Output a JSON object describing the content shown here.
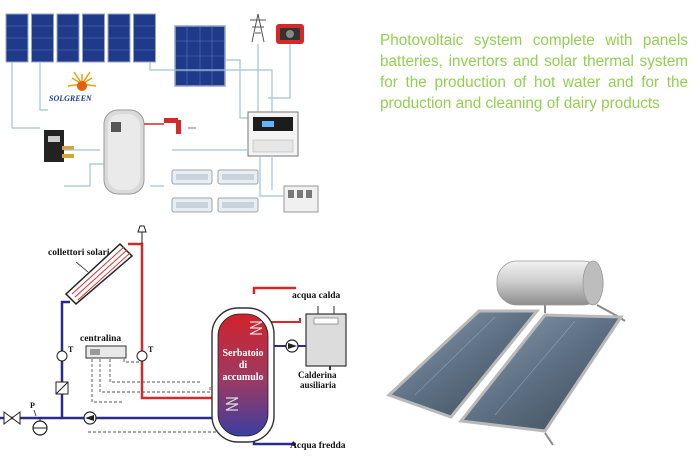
{
  "headline": "Photovoltaic system complete with panels batteries, invertors and solar thermal system for the production of hot water and for the production and cleaning of dairy products",
  "brand": {
    "logo_text": "SOLGREEN"
  },
  "diagram_labels": {
    "collector": "collettori solari",
    "controller": "centralina",
    "hot_water": "acqua calda",
    "tank_line1": "Serbatoio",
    "tank_line2": "di",
    "tank_line3": "accumulo",
    "boiler_line1": "Calderina",
    "boiler_line2": "ausiliaria",
    "cold_water": "Acqua fredda",
    "thermometer": "T",
    "pressure": "P"
  },
  "colors": {
    "headline": "#92d050",
    "hot_pipe": "#d62828",
    "cold_pipe": "#2b2b8c",
    "panel_blue": "#1f3a8a",
    "tank_red": "#c0392b"
  }
}
